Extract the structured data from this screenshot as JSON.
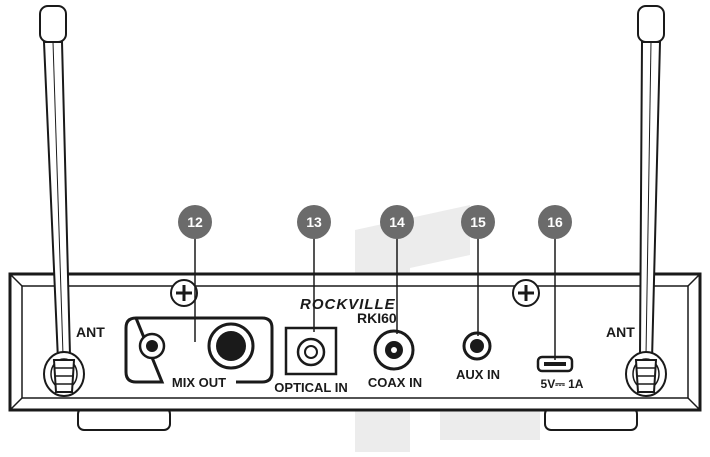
{
  "brand": {
    "logo_text": "ROCKVILLE",
    "model": "RKI60"
  },
  "callouts": [
    {
      "number": "12"
    },
    {
      "number": "13"
    },
    {
      "number": "14"
    },
    {
      "number": "15"
    },
    {
      "number": "16"
    }
  ],
  "ports": {
    "mix_out": "MIX OUT",
    "optical_in": "OPTICAL IN",
    "coax_in": "COAX IN",
    "aux_in": "AUX IN",
    "usb_power": "5V⎓ 1A"
  },
  "antennas": {
    "left_label": "ANT",
    "right_label": "ANT"
  },
  "colors": {
    "callout_fill": "#6b6b6b",
    "line": "#1a1a1a",
    "watermark": "#e6e6e6"
  }
}
